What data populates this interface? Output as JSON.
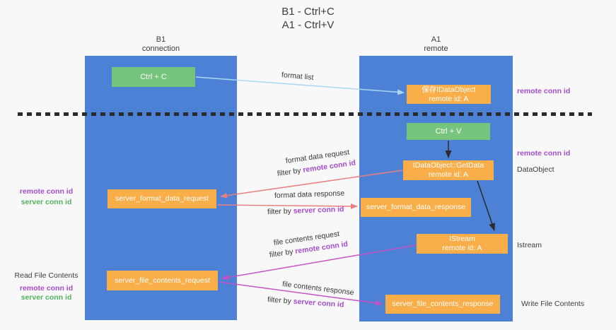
{
  "title": {
    "line1": "B1 - Ctrl+C",
    "line2": "A1 - Ctrl+V"
  },
  "lanes": {
    "left": {
      "title": "B1",
      "subtitle": "connection"
    },
    "right": {
      "title": "A1",
      "subtitle": "remote"
    }
  },
  "boxes": {
    "ctrl_c": {
      "label": "Ctrl + C"
    },
    "save_idataobject": {
      "line1": "保存IDataObject",
      "line2": "remote id: A"
    },
    "ctrl_v": {
      "label": "Ctrl + V"
    },
    "getdata": {
      "line1": "IDataObject::GetData",
      "line2": "remote id: A"
    },
    "istream": {
      "line1": "IStream",
      "line2": "remote id: A"
    },
    "server_format_data_request": {
      "label": "server_format_data_request"
    },
    "server_format_data_response": {
      "label": "server_format_data_response"
    },
    "server_file_contents_request": {
      "label": "server_file_contents_request"
    },
    "server_file_contents_response": {
      "label": "server_file_contents_response"
    }
  },
  "arrows": {
    "format_list": {
      "label": "format list"
    },
    "format_data_request": {
      "label": "format data request",
      "filter_prefix": "filter by ",
      "filter_key": "remote conn id"
    },
    "format_data_response": {
      "label": "format data response",
      "filter_prefix": "filter by ",
      "filter_key": "server conn id"
    },
    "file_contents_request": {
      "label": "file contents request",
      "filter_prefix": "filter by ",
      "filter_key": "remote conn id"
    },
    "file_contents_response": {
      "label": "file contents response",
      "filter_prefix": "filter by ",
      "filter_key": "server conn id"
    }
  },
  "annotations": {
    "right_top_remote_conn_id": "remote conn id",
    "right_mid_remote_conn_id": "remote conn id",
    "dataobject": "DataObject",
    "istream": "Istream",
    "write_file_contents": "Write File Contents",
    "left_mid_remote_conn_id": "remote conn id",
    "left_mid_server_conn_id": "server conn id",
    "read_file_contents": "Read File Contents",
    "left_bottom_remote_conn_id": "remote conn id",
    "left_bottom_server_conn_id": "server conn id"
  },
  "colors": {
    "lane_blue": "#4c81d5",
    "box_green": "#77c57c",
    "box_orange": "#f9ae49",
    "arrow_lightblue": "#a9d7f2",
    "arrow_red": "#e8807f",
    "arrow_magenta": "#c653c6",
    "arrow_black": "#2b2b2b",
    "label_purple": "#a64ccc",
    "label_green": "#53b35e",
    "text_dark": "#3c3c3c"
  }
}
